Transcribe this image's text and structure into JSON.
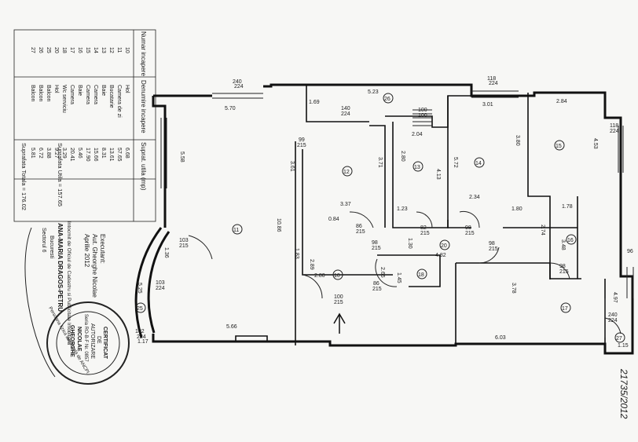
{
  "table": {
    "headers": [
      "Numar incapere",
      "Denumire incapere",
      "Suprat. utila (mp)"
    ],
    "rows": [
      {
        "nr": "10",
        "name": "Hol",
        "area": "6.68"
      },
      {
        "nr": "11",
        "name": "Camera de zi",
        "area": "57.65"
      },
      {
        "nr": "12",
        "name": "Bucatarie",
        "area": "13.61"
      },
      {
        "nr": "13",
        "name": "Baie",
        "area": "8.31"
      },
      {
        "nr": "14",
        "name": "Camera",
        "area": "15.66"
      },
      {
        "nr": "15",
        "name": "Camera",
        "area": "17.90"
      },
      {
        "nr": "16",
        "name": "Baie",
        "area": "5.46"
      },
      {
        "nr": "17",
        "name": "Camera",
        "area": "20.41"
      },
      {
        "nr": "18",
        "name": "Wc serviciu",
        "area": "3.29"
      },
      {
        "nr": "20",
        "name": "Hol",
        "area": "9.27"
      },
      {
        "nr": "25",
        "name": "Balcon",
        "area": "3.88"
      },
      {
        "nr": "26",
        "name": "Balcon",
        "area": "6.72"
      },
      {
        "nr": "27",
        "name": "Balcon",
        "area": "5.81"
      }
    ],
    "useful_label": "Suprafata Utila = 157.65",
    "total_label": "Suprafata Totala = 176.02"
  },
  "executant": {
    "title": "Executant:",
    "name": "Aut. Gheorghe Nicolae",
    "date": "Aprilie 2012"
  },
  "stamp_text": [
    "Intocmit de Oficiul de Cadastru si Publicitate Imobiliara",
    "ANA-MARIA DRAGOS-PETRU",
    "Bucuresti",
    "Sectorul 6"
  ],
  "certificate": {
    "lines": [
      "CERTIFICAT",
      "DE",
      "AUTORIZARE",
      "Seria RO-B-F Nr. 0857",
      "NICOLAE",
      "GHEORGHE"
    ],
    "ring_text": "Persoana fizica autorizata de ANCPI"
  },
  "side_note": "21735/2012",
  "room_numbers": [
    "11",
    "12",
    "13",
    "14",
    "15",
    "16",
    "17",
    "18",
    "20",
    "25",
    "26",
    "27",
    "10"
  ],
  "dims": {
    "top_a": "5.70",
    "top_b": "5.23",
    "top_c": "3.01",
    "top_d": "2.84",
    "w_top1": "240",
    "w_top2": "224",
    "w_top3": "118",
    "w_top4": "224",
    "d1": "5.58",
    "d2": "1.69",
    "d3": "140",
    "d4": "224",
    "d5": "99",
    "d6": "215",
    "d7": "3.61",
    "d8": "3.71",
    "d9": "3.37",
    "d10": "2.80",
    "d11": "2.04",
    "d12": "5.72",
    "d13": "4.13",
    "d14": "3.80",
    "d15": "4.53",
    "d16": "1.80",
    "d17": "2.34",
    "d18": "1.23",
    "d19": "10.86",
    "d20": "0.84",
    "d21": "215",
    "d22": "1.30",
    "d23": "4.82",
    "d24": "2.74",
    "d25": "3.48",
    "d26": "1.78",
    "d27": "3.78",
    "d28": "6.03",
    "d29": "4.97",
    "d30": "1.15",
    "d31": "5.66",
    "d32": "1.36",
    "d33": "5.25",
    "d34": "1.17",
    "d35": "2.89",
    "d36": "2.80",
    "d37": "1.83",
    "d38": "2.65",
    "d39": "1.45",
    "d40": "102",
    "d41": "224",
    "d42": "103",
    "d43": "215",
    "d44": "100",
    "d45": "215",
    "d46": "86",
    "d47": "215",
    "d48": "98",
    "d49": "215",
    "d50": "82",
    "d51": "215",
    "d52": "98",
    "d53": "215",
    "d54": "98",
    "d55": "215",
    "d56": "97",
    "d57": "215",
    "d58": "118",
    "d59": "224",
    "d60": "240",
    "d61": "224",
    "d62": "96",
    "d63": "86",
    "d64": "215",
    "d65": "100",
    "d66": "100",
    "d67": "103",
    "d68": "224",
    "d69": "98",
    "d70": "215",
    "d71": "0.84"
  }
}
